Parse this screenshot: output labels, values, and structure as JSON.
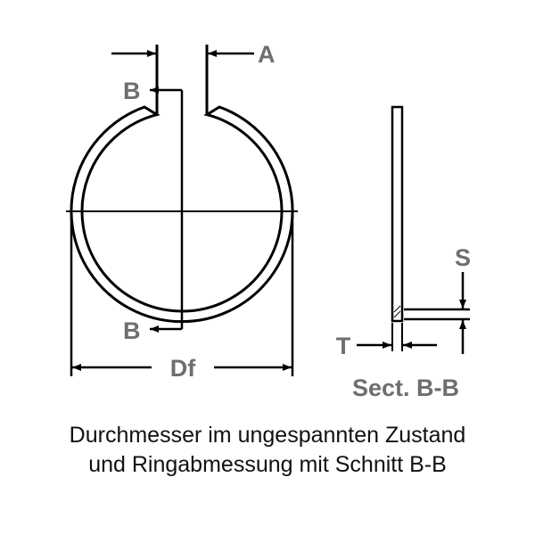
{
  "labels": {
    "a": "A",
    "b_top": "B",
    "b_bottom": "B",
    "df": "Df",
    "s": "S",
    "t": "T",
    "section": "Sect. B-B"
  },
  "caption": {
    "line1": "Durchmesser im ungespannten Zustand",
    "line2": "und Ringabmessung mit Schnitt B-B"
  },
  "colors": {
    "line": "#000000",
    "label": "#6e6e6e"
  }
}
